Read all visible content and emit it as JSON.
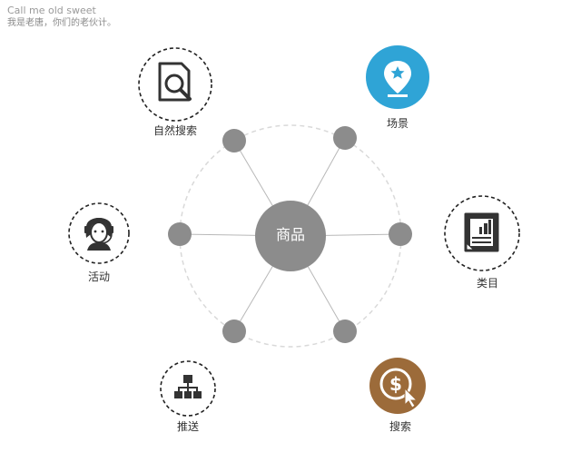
{
  "header": {
    "title": "Call me old sweet",
    "subtitle": "我是老唐，你们的老伙计。"
  },
  "center": {
    "label": "商品"
  },
  "features": {
    "natural_search": {
      "label": "自然搜索",
      "icon": "document-search-icon"
    },
    "scene": {
      "label": "场景",
      "icon": "map-pin-star-icon",
      "color": "#2fa4d6"
    },
    "activity": {
      "label": "活动",
      "icon": "customer-service-headset-icon"
    },
    "category": {
      "label": "类目",
      "icon": "report-chart-icon"
    },
    "recommend": {
      "label": "推送",
      "icon": "hierarchy-icon"
    },
    "search": {
      "label": "搜索",
      "icon": "dollar-click-icon",
      "color": "#9c6b3a"
    }
  },
  "colors": {
    "node": "#8c8c8c",
    "hub": "#8c8c8c",
    "spoke": "#b8b8b8",
    "orbit": "#d9d9d9"
  }
}
